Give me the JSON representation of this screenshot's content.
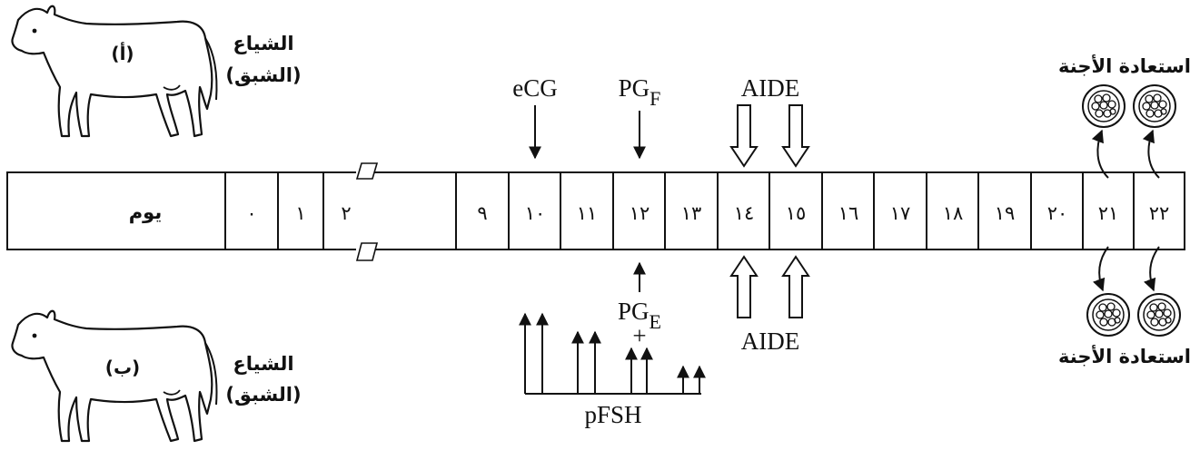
{
  "timeline": {
    "label": "يوم",
    "days": [
      "٠",
      "١",
      "٢",
      "٩",
      "١٠",
      "١١",
      "١٢",
      "١٣",
      "١٤",
      "١٥",
      "١٦",
      "١٧",
      "١٨",
      "١٩",
      "٢٠",
      "٢١",
      "٢٢"
    ]
  },
  "cow_top": {
    "label": "(أ)",
    "estrus_line1": "الشياع",
    "estrus_line2": "(الشبق)"
  },
  "cow_bottom": {
    "label": "(ب)",
    "estrus_line1": "الشياع",
    "estrus_line2": "(الشبق)"
  },
  "treatments": {
    "ecg": "eCG",
    "pgf_main": "PG",
    "pgf_sub": "F",
    "aide_top": "AIDE",
    "aide_bottom": "AIDE",
    "pge_main": "PG",
    "pge_sub": "E",
    "plus": "+",
    "pfsh": "pFSH"
  },
  "embryo": {
    "recovery_top": "استعادة الأجنة",
    "recovery_bottom": "استعادة الأجنة"
  }
}
